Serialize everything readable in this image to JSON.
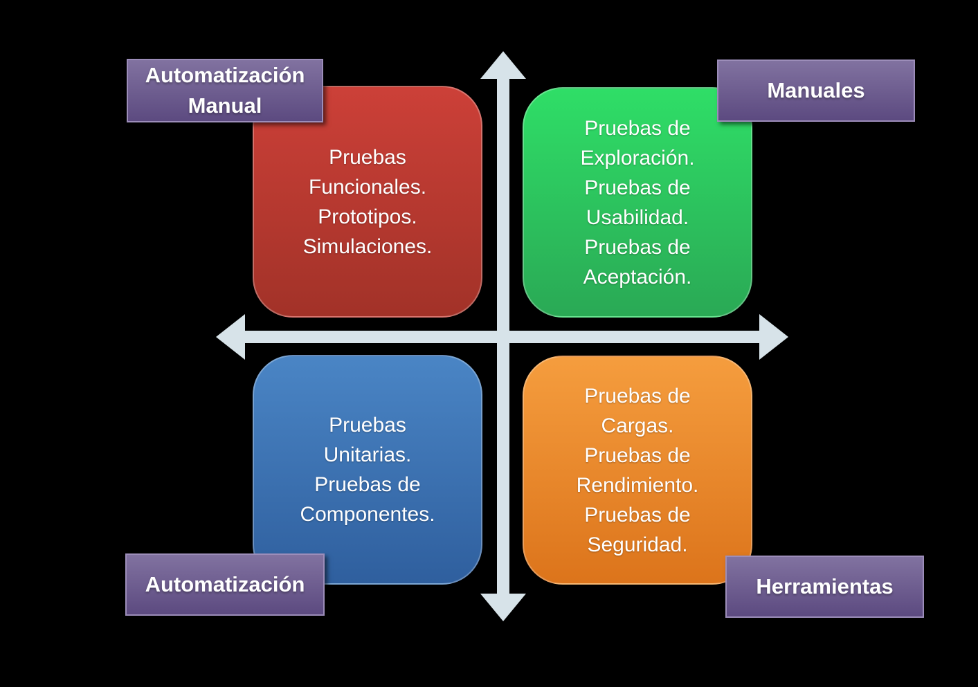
{
  "diagram": {
    "type": "quadrant-matrix",
    "background_color": "#000000",
    "axes": {
      "arrow_color": "#D7E3E9",
      "vertical_arrow": "double-headed, points up and down",
      "horizontal_arrow": "double-headed, points left and right"
    },
    "quadrants": [
      {
        "id": "top-left",
        "text": "Pruebas\nFuncionales.\nPrototipos.\nSimulaciones.",
        "color_top": "#CC4038",
        "color_bottom": "#A23228"
      },
      {
        "id": "top-right",
        "text": "Pruebas de\nExploración.\nPruebas de\nUsabilidad.\nPruebas de\nAceptación.",
        "color_top": "#2FDE67",
        "color_bottom": "#2AA955"
      },
      {
        "id": "bottom-left",
        "text": "Pruebas\nUnitarias.\nPruebas de\nComponentes.",
        "color_top": "#4A85C5",
        "color_bottom": "#2F5F9E"
      },
      {
        "id": "bottom-right",
        "text": "Pruebas de\nCargas.\nPruebas de\nRendimiento.\nPruebas de\nSeguridad.",
        "color_top": "#F59D3E",
        "color_bottom": "#DC741B"
      }
    ],
    "axis_labels": [
      {
        "id": "top-left",
        "text": "Automatización\nManual"
      },
      {
        "id": "top-right",
        "text": "Manuales"
      },
      {
        "id": "bottom-left",
        "text": "Automatización"
      },
      {
        "id": "bottom-right",
        "text": "Herramientas"
      }
    ],
    "label_style": {
      "background_top": "#8172A0",
      "background_bottom": "#5C4A80",
      "border_color": "#9C8DB9",
      "text_color": "#FFFFFF"
    },
    "text_color": "#FFFFFF"
  }
}
